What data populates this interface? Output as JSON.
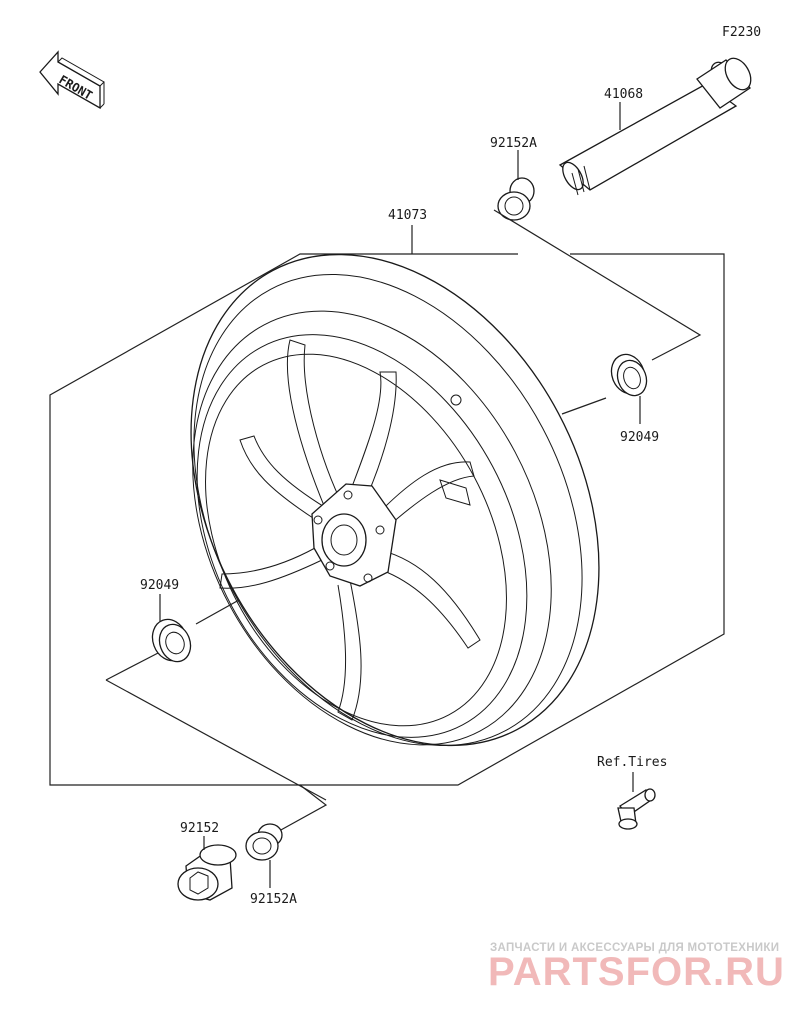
{
  "diagram": {
    "code": "F2230",
    "front_label": "FRONT",
    "ref_label": "Ref.Tires",
    "parts": [
      {
        "id": "axle",
        "number": "41068"
      },
      {
        "id": "collar_top",
        "number": "92152A"
      },
      {
        "id": "wheel",
        "number": "41073"
      },
      {
        "id": "seal_right",
        "number": "92049"
      },
      {
        "id": "seal_left",
        "number": "92049"
      },
      {
        "id": "collar_long",
        "number": "92152"
      },
      {
        "id": "collar_bottom",
        "number": "92152A"
      }
    ]
  },
  "watermark": {
    "tagline": "ЗАПЧАСТИ И АКСЕССУАРЫ ДЛЯ МОТОТЕХНИКИ",
    "brand": "PARTSFOR.RU"
  }
}
